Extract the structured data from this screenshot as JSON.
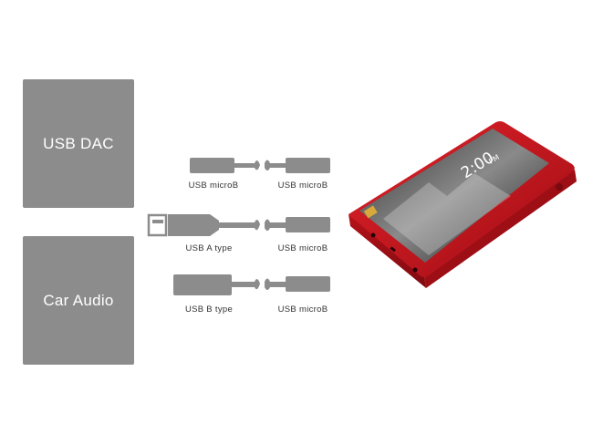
{
  "sources": [
    {
      "label": "USB DAC"
    },
    {
      "label": "Car Audio"
    }
  ],
  "cables": [
    {
      "left_label": "USB microB",
      "right_label": "USB microB"
    },
    {
      "left_label": "USB A type",
      "right_label": "USB microB"
    },
    {
      "left_label": "USB B type",
      "right_label": "USB microB"
    }
  ],
  "device": {
    "screen_time": "2:00",
    "screen_ampm": "PM",
    "body_color": "#c8141c"
  },
  "colors": {
    "box": "#8c8c8c",
    "cable": "#8c8c8c"
  }
}
